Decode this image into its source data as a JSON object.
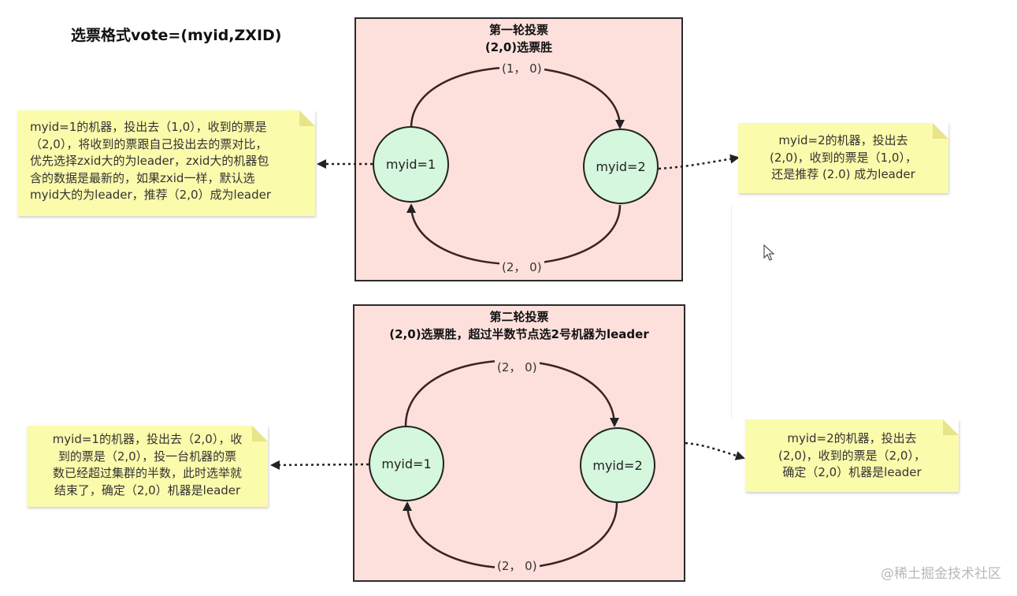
{
  "heading": "选票格式vote=(myid,ZXID)",
  "round1": {
    "title": "第一轮投票",
    "subtitle": "(2,0)选票胜",
    "top_label": "(1， 0)",
    "bottom_label": "(2， 0)",
    "node_left": "myid=1",
    "node_right": "myid=2",
    "note_left": [
      "myid=1的机器，投出去（1,0），收到的票是",
      "（2,0），将收到的票跟自己投出去的票对比，",
      "优先选择zxid大的为leader，zxid大的机器包",
      "含的数据是最新的，如果zxid一样，默认选",
      "myid大的为leader，推荐（2,0）成为leader"
    ],
    "note_right": [
      "myid=2的机器，投出去",
      "(2,0)，收到的票是（1,0），",
      "还是推荐 (2.0) 成为leader"
    ]
  },
  "round2": {
    "title": "第二轮投票",
    "subtitle": "(2,0)选票胜，超过半数节点选2号机器为leader",
    "top_label": "(2， 0)",
    "bottom_label": "(2， 0)",
    "node_left": "myid=1",
    "node_right": "myid=2",
    "note_left": [
      "myid=1的机器，投出去（2,0），收",
      "到的票是（2,0），投一台机器的票",
      "数已经超过集群的半数，此时选举就",
      "结束了，确定（2,0）机器是leader"
    ],
    "note_right": [
      "myid=2的机器，投出去",
      "(2,0)，收到的票是（2,0），",
      "确定（2,0）机器是leader"
    ]
  },
  "watermark": "@稀土掘金技术社区",
  "colors": {
    "box_fill": "#fde0dc",
    "node_fill": "#d5f7dd",
    "note_fill": "#fbfbac"
  },
  "icons": [
    "cursor-arrow-icon"
  ]
}
